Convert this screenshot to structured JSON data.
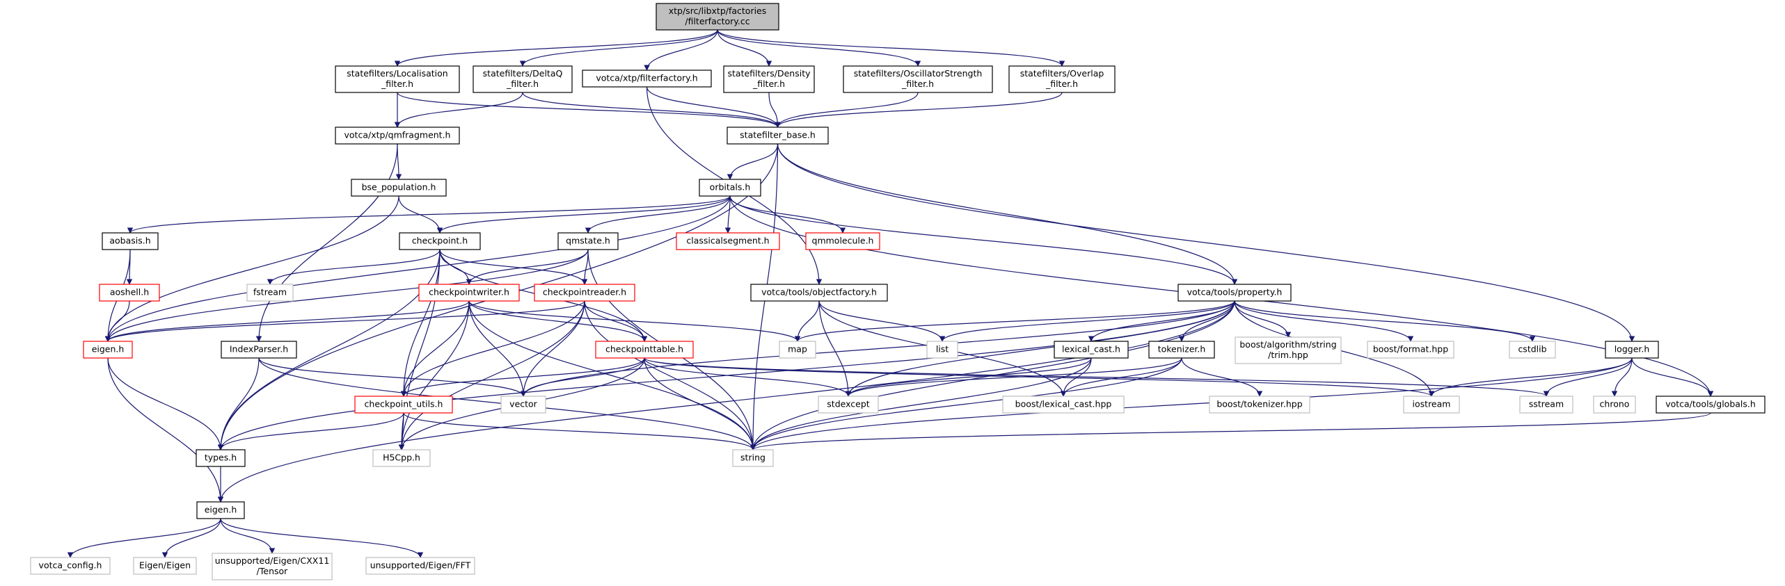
{
  "colors": {
    "edge": "#191970",
    "border_normal": "#000000",
    "border_truncated": "#ff0000",
    "border_external": "#bfbfbf",
    "root_fill": "#bfbfbf",
    "text": "#000000",
    "text_external": "#000000"
  },
  "nodes": [
    {
      "id": "root",
      "lines": [
        "xtp/src/libxtp/factories",
        "/filterfactory.cc"
      ],
      "style": "root"
    },
    {
      "id": "loc",
      "lines": [
        "statefilters/Localisation",
        "_filter.h"
      ],
      "style": "normal"
    },
    {
      "id": "deltaq",
      "lines": [
        "statefilters/DeltaQ",
        "_filter.h"
      ],
      "style": "normal"
    },
    {
      "id": "ff",
      "lines": [
        "votca/xtp/filterfactory.h"
      ],
      "style": "normal"
    },
    {
      "id": "dens",
      "lines": [
        "statefilters/Density",
        "_filter.h"
      ],
      "style": "normal"
    },
    {
      "id": "osc",
      "lines": [
        "statefilters/OscillatorStrength",
        "_filter.h"
      ],
      "style": "normal"
    },
    {
      "id": "ovl",
      "lines": [
        "statefilters/Overlap",
        "_filter.h"
      ],
      "style": "normal"
    },
    {
      "id": "qmf",
      "lines": [
        "votca/xtp/qmfragment.h"
      ],
      "style": "normal"
    },
    {
      "id": "sfb",
      "lines": [
        "statefilter_base.h"
      ],
      "style": "normal"
    },
    {
      "id": "bsep",
      "lines": [
        "bse_population.h"
      ],
      "style": "normal"
    },
    {
      "id": "orb",
      "lines": [
        "orbitals.h"
      ],
      "style": "normal"
    },
    {
      "id": "aob",
      "lines": [
        "aobasis.h"
      ],
      "style": "normal"
    },
    {
      "id": "chk",
      "lines": [
        "checkpoint.h"
      ],
      "style": "normal"
    },
    {
      "id": "qms",
      "lines": [
        "qmstate.h"
      ],
      "style": "normal"
    },
    {
      "id": "clseg",
      "lines": [
        "classicalsegment.h"
      ],
      "style": "truncated"
    },
    {
      "id": "qmmol",
      "lines": [
        "qmmolecule.h"
      ],
      "style": "truncated"
    },
    {
      "id": "aosh",
      "lines": [
        "aoshell.h"
      ],
      "style": "truncated"
    },
    {
      "id": "fstream",
      "lines": [
        "fstream"
      ],
      "style": "external"
    },
    {
      "id": "chkw",
      "lines": [
        "checkpointwriter.h"
      ],
      "style": "truncated"
    },
    {
      "id": "chkr",
      "lines": [
        "checkpointreader.h"
      ],
      "style": "truncated"
    },
    {
      "id": "objf",
      "lines": [
        "votca/tools/objectfactory.h"
      ],
      "style": "normal"
    },
    {
      "id": "prop",
      "lines": [
        "votca/tools/property.h"
      ],
      "style": "normal"
    },
    {
      "id": "eigenr",
      "lines": [
        "eigen.h"
      ],
      "style": "truncated"
    },
    {
      "id": "idxp",
      "lines": [
        "IndexParser.h"
      ],
      "style": "normal"
    },
    {
      "id": "map",
      "lines": [
        "map"
      ],
      "style": "external"
    },
    {
      "id": "list",
      "lines": [
        "list"
      ],
      "style": "external"
    },
    {
      "id": "chkt",
      "lines": [
        "checkpointtable.h"
      ],
      "style": "truncated"
    },
    {
      "id": "lexc",
      "lines": [
        "lexical_cast.h"
      ],
      "style": "normal"
    },
    {
      "id": "tok",
      "lines": [
        "tokenizer.h"
      ],
      "style": "normal"
    },
    {
      "id": "trim",
      "lines": [
        "boost/algorithm/string",
        "/trim.hpp"
      ],
      "style": "external"
    },
    {
      "id": "bfmt",
      "lines": [
        "boost/format.hpp"
      ],
      "style": "external"
    },
    {
      "id": "cstdlib",
      "lines": [
        "cstdlib"
      ],
      "style": "external"
    },
    {
      "id": "logger",
      "lines": [
        "logger.h"
      ],
      "style": "normal"
    },
    {
      "id": "chku",
      "lines": [
        "checkpoint_utils.h"
      ],
      "style": "truncated"
    },
    {
      "id": "vector",
      "lines": [
        "vector"
      ],
      "style": "external"
    },
    {
      "id": "stdexc",
      "lines": [
        "stdexcept"
      ],
      "style": "external"
    },
    {
      "id": "blex",
      "lines": [
        "boost/lexical_cast.hpp"
      ],
      "style": "external"
    },
    {
      "id": "btok",
      "lines": [
        "boost/tokenizer.hpp"
      ],
      "style": "external"
    },
    {
      "id": "iostream",
      "lines": [
        "iostream"
      ],
      "style": "external"
    },
    {
      "id": "sstream",
      "lines": [
        "sstream"
      ],
      "style": "external"
    },
    {
      "id": "chrono",
      "lines": [
        "chrono"
      ],
      "style": "external"
    },
    {
      "id": "globals",
      "lines": [
        "votca/tools/globals.h"
      ],
      "style": "normal"
    },
    {
      "id": "types",
      "lines": [
        "types.h"
      ],
      "style": "normal"
    },
    {
      "id": "h5",
      "lines": [
        "H5Cpp.h"
      ],
      "style": "external"
    },
    {
      "id": "string",
      "lines": [
        "string"
      ],
      "style": "external"
    },
    {
      "id": "eigen",
      "lines": [
        "eigen.h"
      ],
      "style": "normal"
    },
    {
      "id": "vcfg",
      "lines": [
        "votca_config.h"
      ],
      "style": "external"
    },
    {
      "id": "eeig",
      "lines": [
        "Eigen/Eigen"
      ],
      "style": "external"
    },
    {
      "id": "tensor",
      "lines": [
        "unsupported/Eigen/CXX11",
        "/Tensor"
      ],
      "style": "external"
    },
    {
      "id": "fft",
      "lines": [
        "unsupported/Eigen/FFT"
      ],
      "style": "external"
    }
  ]
}
